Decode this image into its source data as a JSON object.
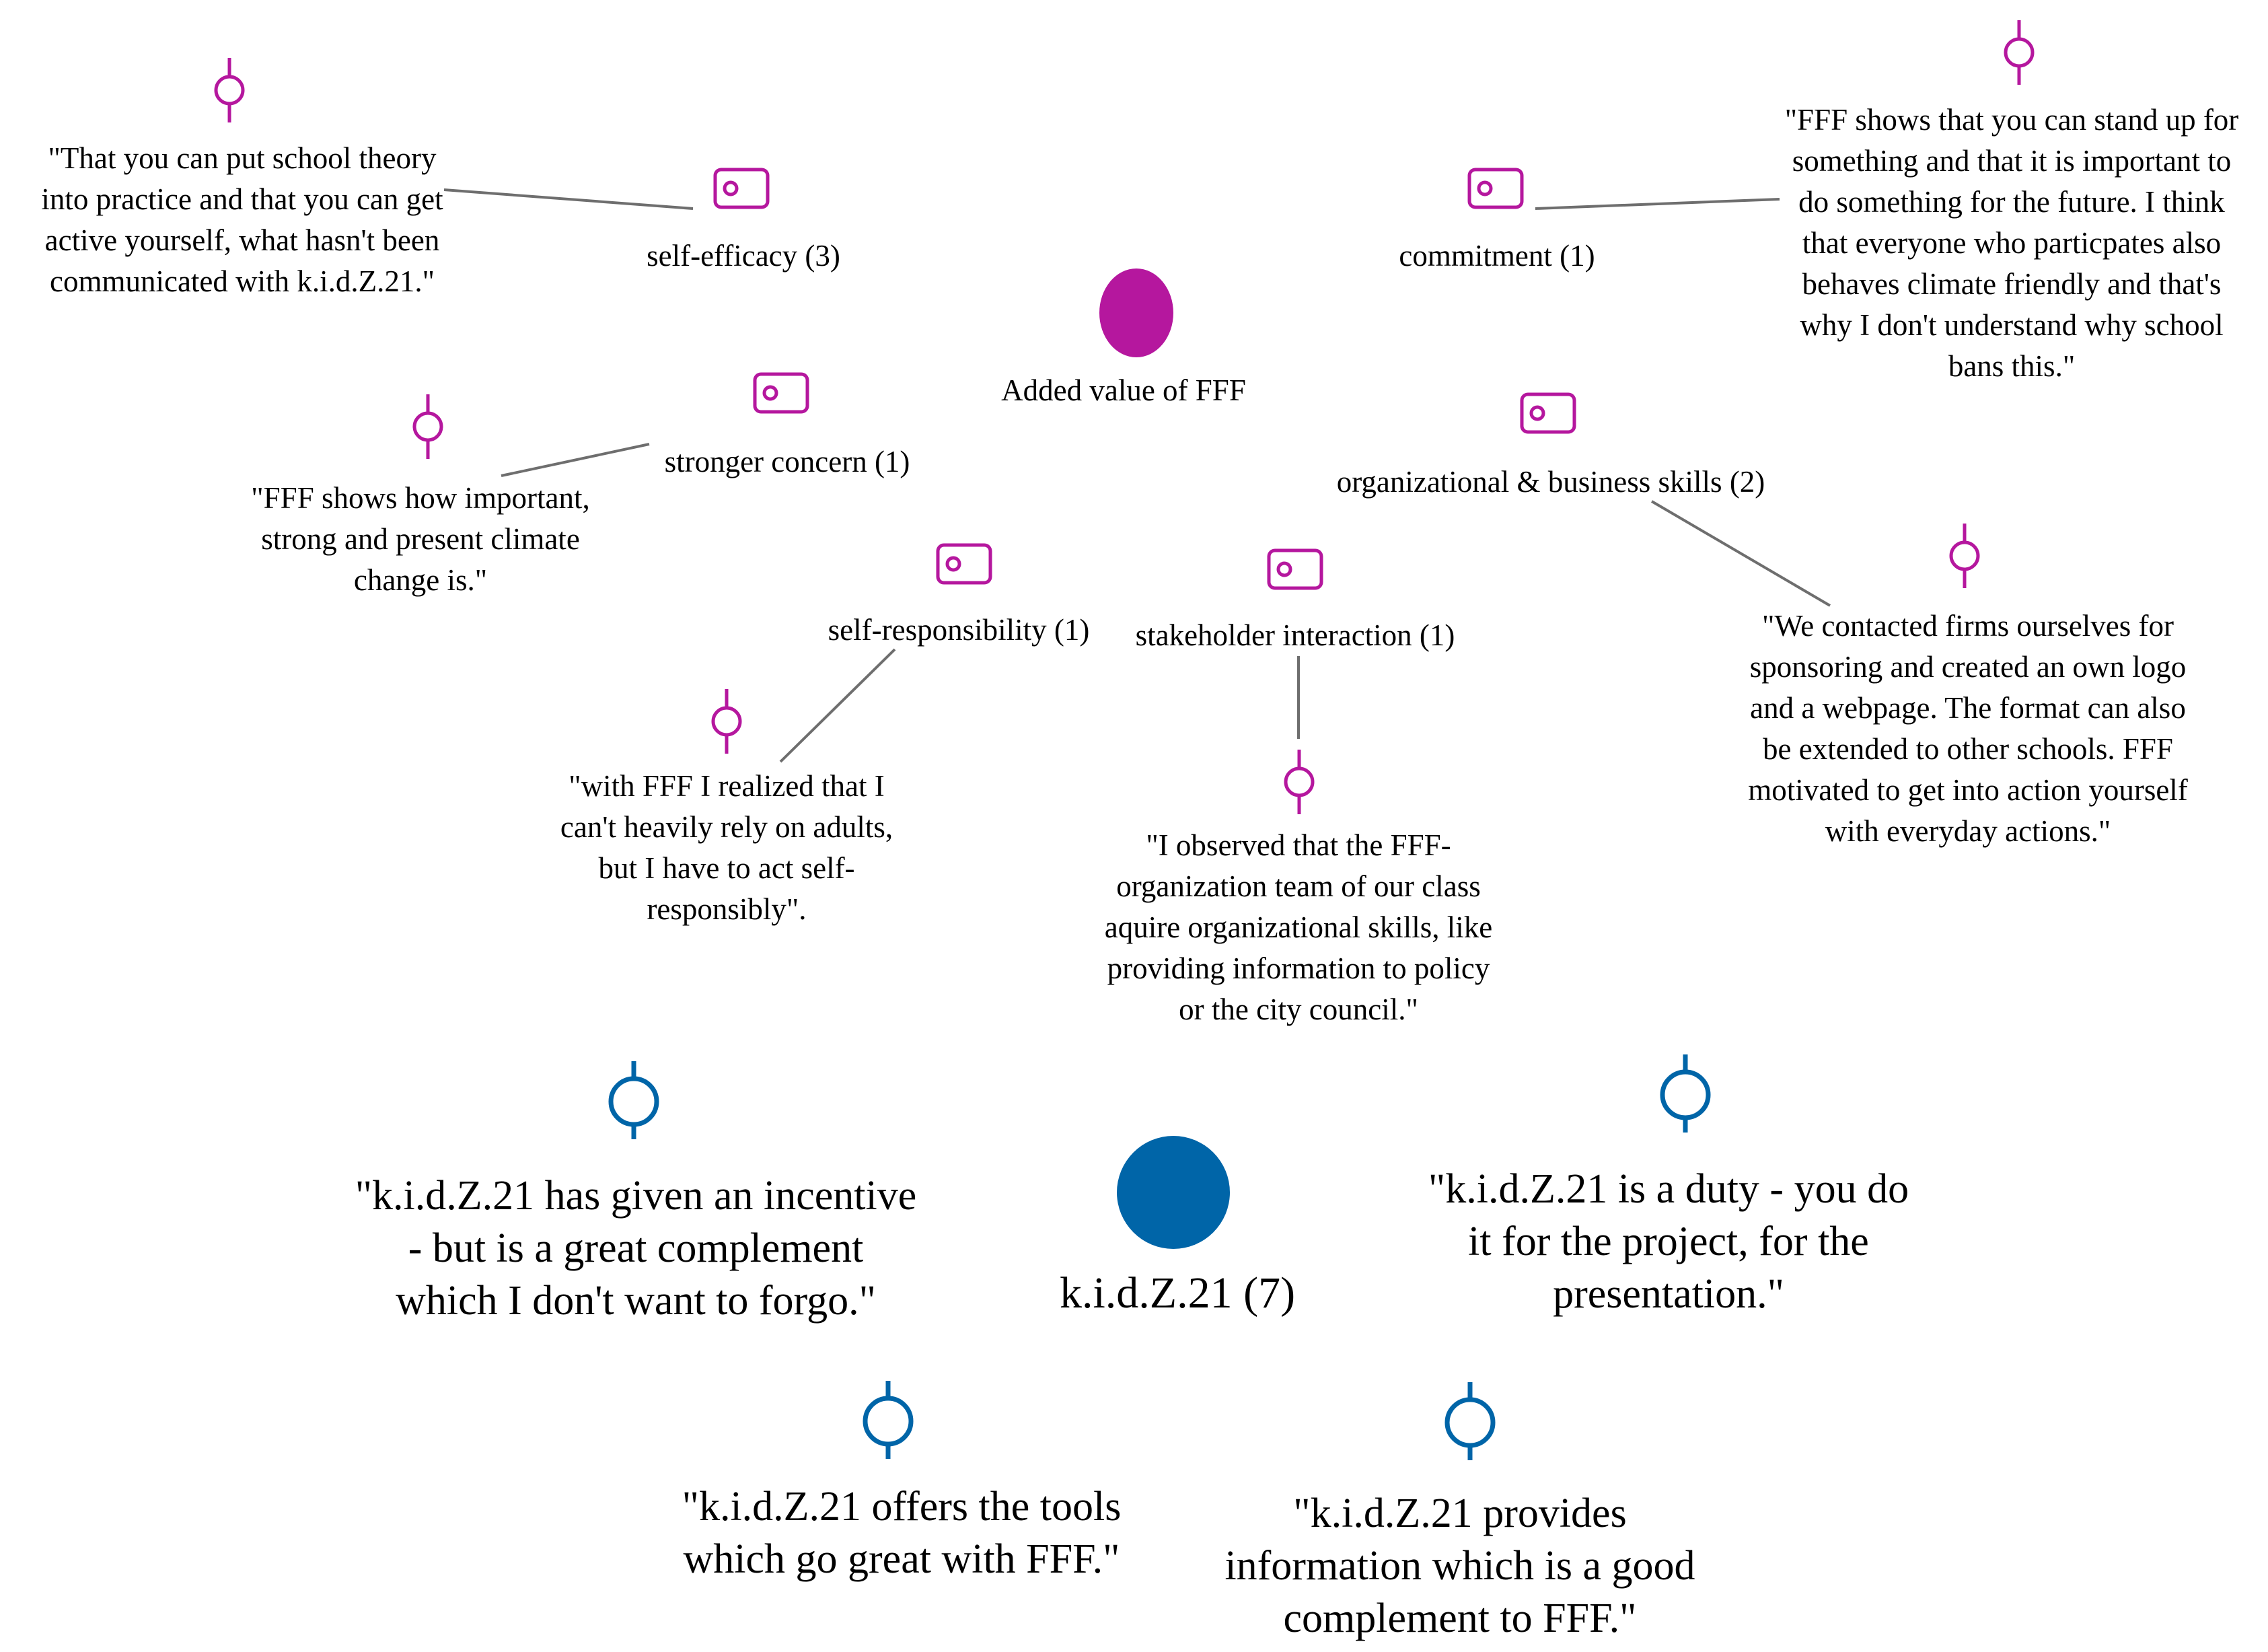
{
  "colors": {
    "fff": "#b5179e",
    "kidz": "#0065a8",
    "link": "#6e6e6e"
  },
  "icons": {
    "quote": "quote-marker-icon",
    "code": "code-tag-icon",
    "category": "category-dot-icon"
  },
  "fff": {
    "title": "Added value of FFF",
    "codes": {
      "self_efficacy": "self-efficacy (3)",
      "commitment": "commitment (1)",
      "stronger_concern": "stronger concern (1)",
      "org_business": "organizational & business skills (2)",
      "self_responsibility": "self-responsibility (1)",
      "stakeholder": "stakeholder interaction (1)"
    },
    "quotes": {
      "school_theory": "\"That you can put school theory\ninto practice and that you can get\nactive yourself, what hasn't been\ncommunicated with k.i.d.Z.21.\"",
      "stand_up": "\"FFF shows that you can stand up for\nsomething and that it is important to\ndo something for the future. I think\nthat everyone who particpates also\nbehaves climate friendly and that's\nwhy I don't understand why school\nbans this.\"",
      "how_important": "\"FFF shows how important,\nstrong and present climate\nchange is.\"",
      "contacted_firms": "\"We contacted firms ourselves for\nsponsoring and created an own logo\nand a  webpage. The format can also\nbe extended to other schools. FFF\nmotivated to get into action yourself\nwith everyday actions.\"",
      "rely_on_adults": "\"with FFF I realized that I\ncan't heavily rely on adults,\nbut I have to act self-\nresponsibly\".",
      "observed_team": "\"I observed that the FFF-\norganization team of our class\naquire organizational skills, like\nproviding information to policy\nor the city council.\""
    }
  },
  "kidz": {
    "title": "k.i.d.Z.21 (7)",
    "quotes": {
      "incentive": "\"k.i.d.Z.21 has given an incentive\n- but is a great complement\nwhich I don't want to forgo.\"",
      "duty": "\"k.i.d.Z.21 is a duty - you do\nit for the project, for the\npresentation.\"",
      "tools": "\"k.i.d.Z.21 offers the tools\nwhich go great with FFF.\"",
      "information": "\"k.i.d.Z.21 provides\ninformation which is a good\ncomplement to FFF.\""
    }
  }
}
